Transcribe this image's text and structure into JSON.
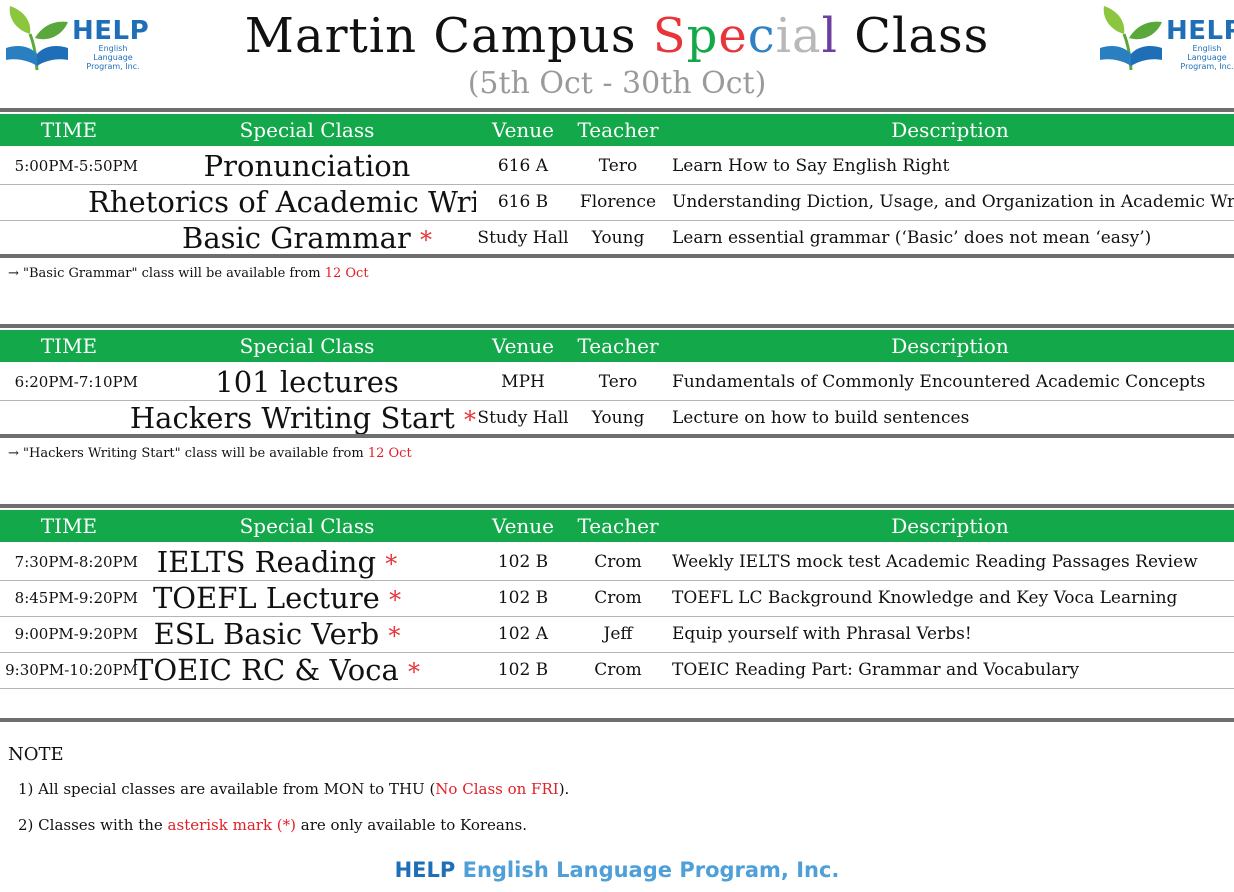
{
  "logo": {
    "brand": "HELP",
    "sub_line1": "English Language",
    "sub_line2": "Program, Inc."
  },
  "title": {
    "part1": "Martin Campus ",
    "s": "S",
    "p": "p",
    "e": "e",
    "c": "c",
    "i": "i",
    "a": "a",
    "l": "l",
    "part3": " Class"
  },
  "subtitle": "(5th Oct - 30th Oct)",
  "colors": {
    "header_green": "#13a84a",
    "asterisk_red": "#e8353a",
    "note_red": "#e21f26",
    "brand_blue": "#1f6fb8"
  },
  "headers": {
    "time": "TIME",
    "class": "Special Class",
    "venue": "Venue",
    "teacher": "Teacher",
    "description": "Description"
  },
  "asterisk": "*",
  "tables": [
    {
      "rows": [
        {
          "time": "5:00PM-5:50PM",
          "class": "Pronunciation",
          "star": "",
          "venue": "616 A",
          "teacher": "Tero",
          "description": "Learn How to Say English Right"
        },
        {
          "time": "",
          "class": "Rhetorics of Academic Writ",
          "star": "",
          "venue": "616 B",
          "teacher": "Florence",
          "description": "Understanding Diction, Usage, and Organization in Academic Writing"
        },
        {
          "time": "",
          "class": "Basic Grammar",
          "star": "*",
          "venue": "Study Hall",
          "teacher": "Young",
          "description": "Learn essential grammar (‘Basic’ does not mean ‘easy’)"
        }
      ],
      "note_prefix": "→ \"Basic Grammar\" class will be available from ",
      "note_date": "12 Oct"
    },
    {
      "rows": [
        {
          "time": "6:20PM-7:10PM",
          "class": "101 lectures",
          "star": "",
          "venue": "MPH",
          "teacher": "Tero",
          "description": "Fundamentals of Commonly Encountered Academic Concepts"
        },
        {
          "time": "",
          "class": "Hackers Writing Start",
          "star": "*",
          "venue": "Study Hall",
          "teacher": "Young",
          "description": "Lecture on how to build sentences"
        }
      ],
      "note_prefix": "→ \"Hackers Writing Start\" class will be available from ",
      "note_date": "12 Oct"
    },
    {
      "rows": [
        {
          "time": "7:30PM-8:20PM",
          "class": "IELTS Reading",
          "star": "*",
          "venue": "102 B",
          "teacher": "Crom",
          "description": "Weekly IELTS mock test Academic Reading Passages Review"
        },
        {
          "time": "8:45PM-9:20PM",
          "class": "TOEFL Lecture",
          "star": "*",
          "venue": "102 B",
          "teacher": "Crom",
          "description": "TOEFL LC Background Knowledge and Key Voca Learning"
        },
        {
          "time": "9:00PM-9:20PM",
          "class": "ESL Basic Verb",
          "star": "*",
          "venue": "102 A",
          "teacher": "Jeff",
          "description": "Equip yourself with Phrasal Verbs!"
        },
        {
          "time": "9:30PM-10:20PM",
          "class": "TOEIC RC & Voca",
          "star": "*",
          "venue": "102 B",
          "teacher": "Crom",
          "description": "TOEIC Reading Part: Grammar and Vocabulary"
        }
      ]
    }
  ],
  "notes": {
    "title": "NOTE",
    "item1_a": "1) All special classes are available from MON to THU (",
    "item1_red": "No Class on FRI",
    "item1_b": ").",
    "item2_a": "2) Classes with the ",
    "item2_red": "asterisk mark (*)",
    "item2_b": " are only available to Koreans."
  },
  "footer": {
    "brand": "HELP",
    "rest": " English Language Program, Inc."
  }
}
